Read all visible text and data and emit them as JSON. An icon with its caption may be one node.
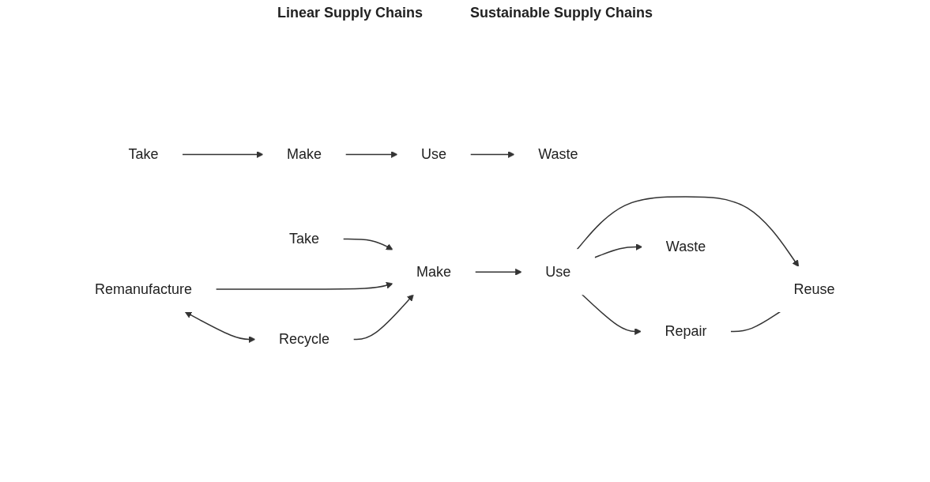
{
  "diagram": {
    "nodes": [
      {
        "text": [
          "Take"
        ]
      },
      {
        "text": [
          "Make"
        ]
      },
      {
        "text": [
          "Use"
        ]
      },
      {
        "text": [
          "Waste"
        ]
      },
      {
        "text": [
          "Remanufacture"
        ]
      },
      {
        "text": [
          "Repair"
        ]
      },
      {
        "text": [
          "Take"
        ]
      },
      {
        "text": [
          "Make"
        ]
      },
      {
        "text": [
          "Use"
        ]
      },
      {
        "text": [
          "Waste"
        ]
      },
      {
        "text": [
          "Reuse"
        ]
      },
      {
        "text": [
          "Recycle"
        ]
      }
    ],
    "edges": [
      {
        "from": 0,
        "to": 1,
        "arrow": "to"
      },
      {
        "from": 1,
        "to": 2,
        "arrow": "to"
      },
      {
        "from": 2,
        "to": 3,
        "arrow": "to"
      },
      {
        "from": 6,
        "to": 7,
        "arrow": "to"
      },
      {
        "from": 7,
        "to": 8,
        "arrow": "to"
      },
      {
        "from": 8,
        "to": 9,
        "arrow": "to"
      },
      {
        "from": 8,
        "to": 5,
        "arrow": "to"
      },
      {
        "from": 8,
        "to": 10,
        "arrow": "to"
      },
      {
        "from": 5,
        "to": 10,
        "arrow": "none"
      },
      {
        "from": 4,
        "to": 7,
        "arrow": "to"
      },
      {
        "from": 11,
        "to": 7,
        "arrow": "to"
      },
      {
        "from": 4,
        "to": 11,
        "arrow": "both"
      }
    ],
    "labels": [
      "Linear Supply Chains",
      "Sustainable Supply Chains"
    ]
  }
}
